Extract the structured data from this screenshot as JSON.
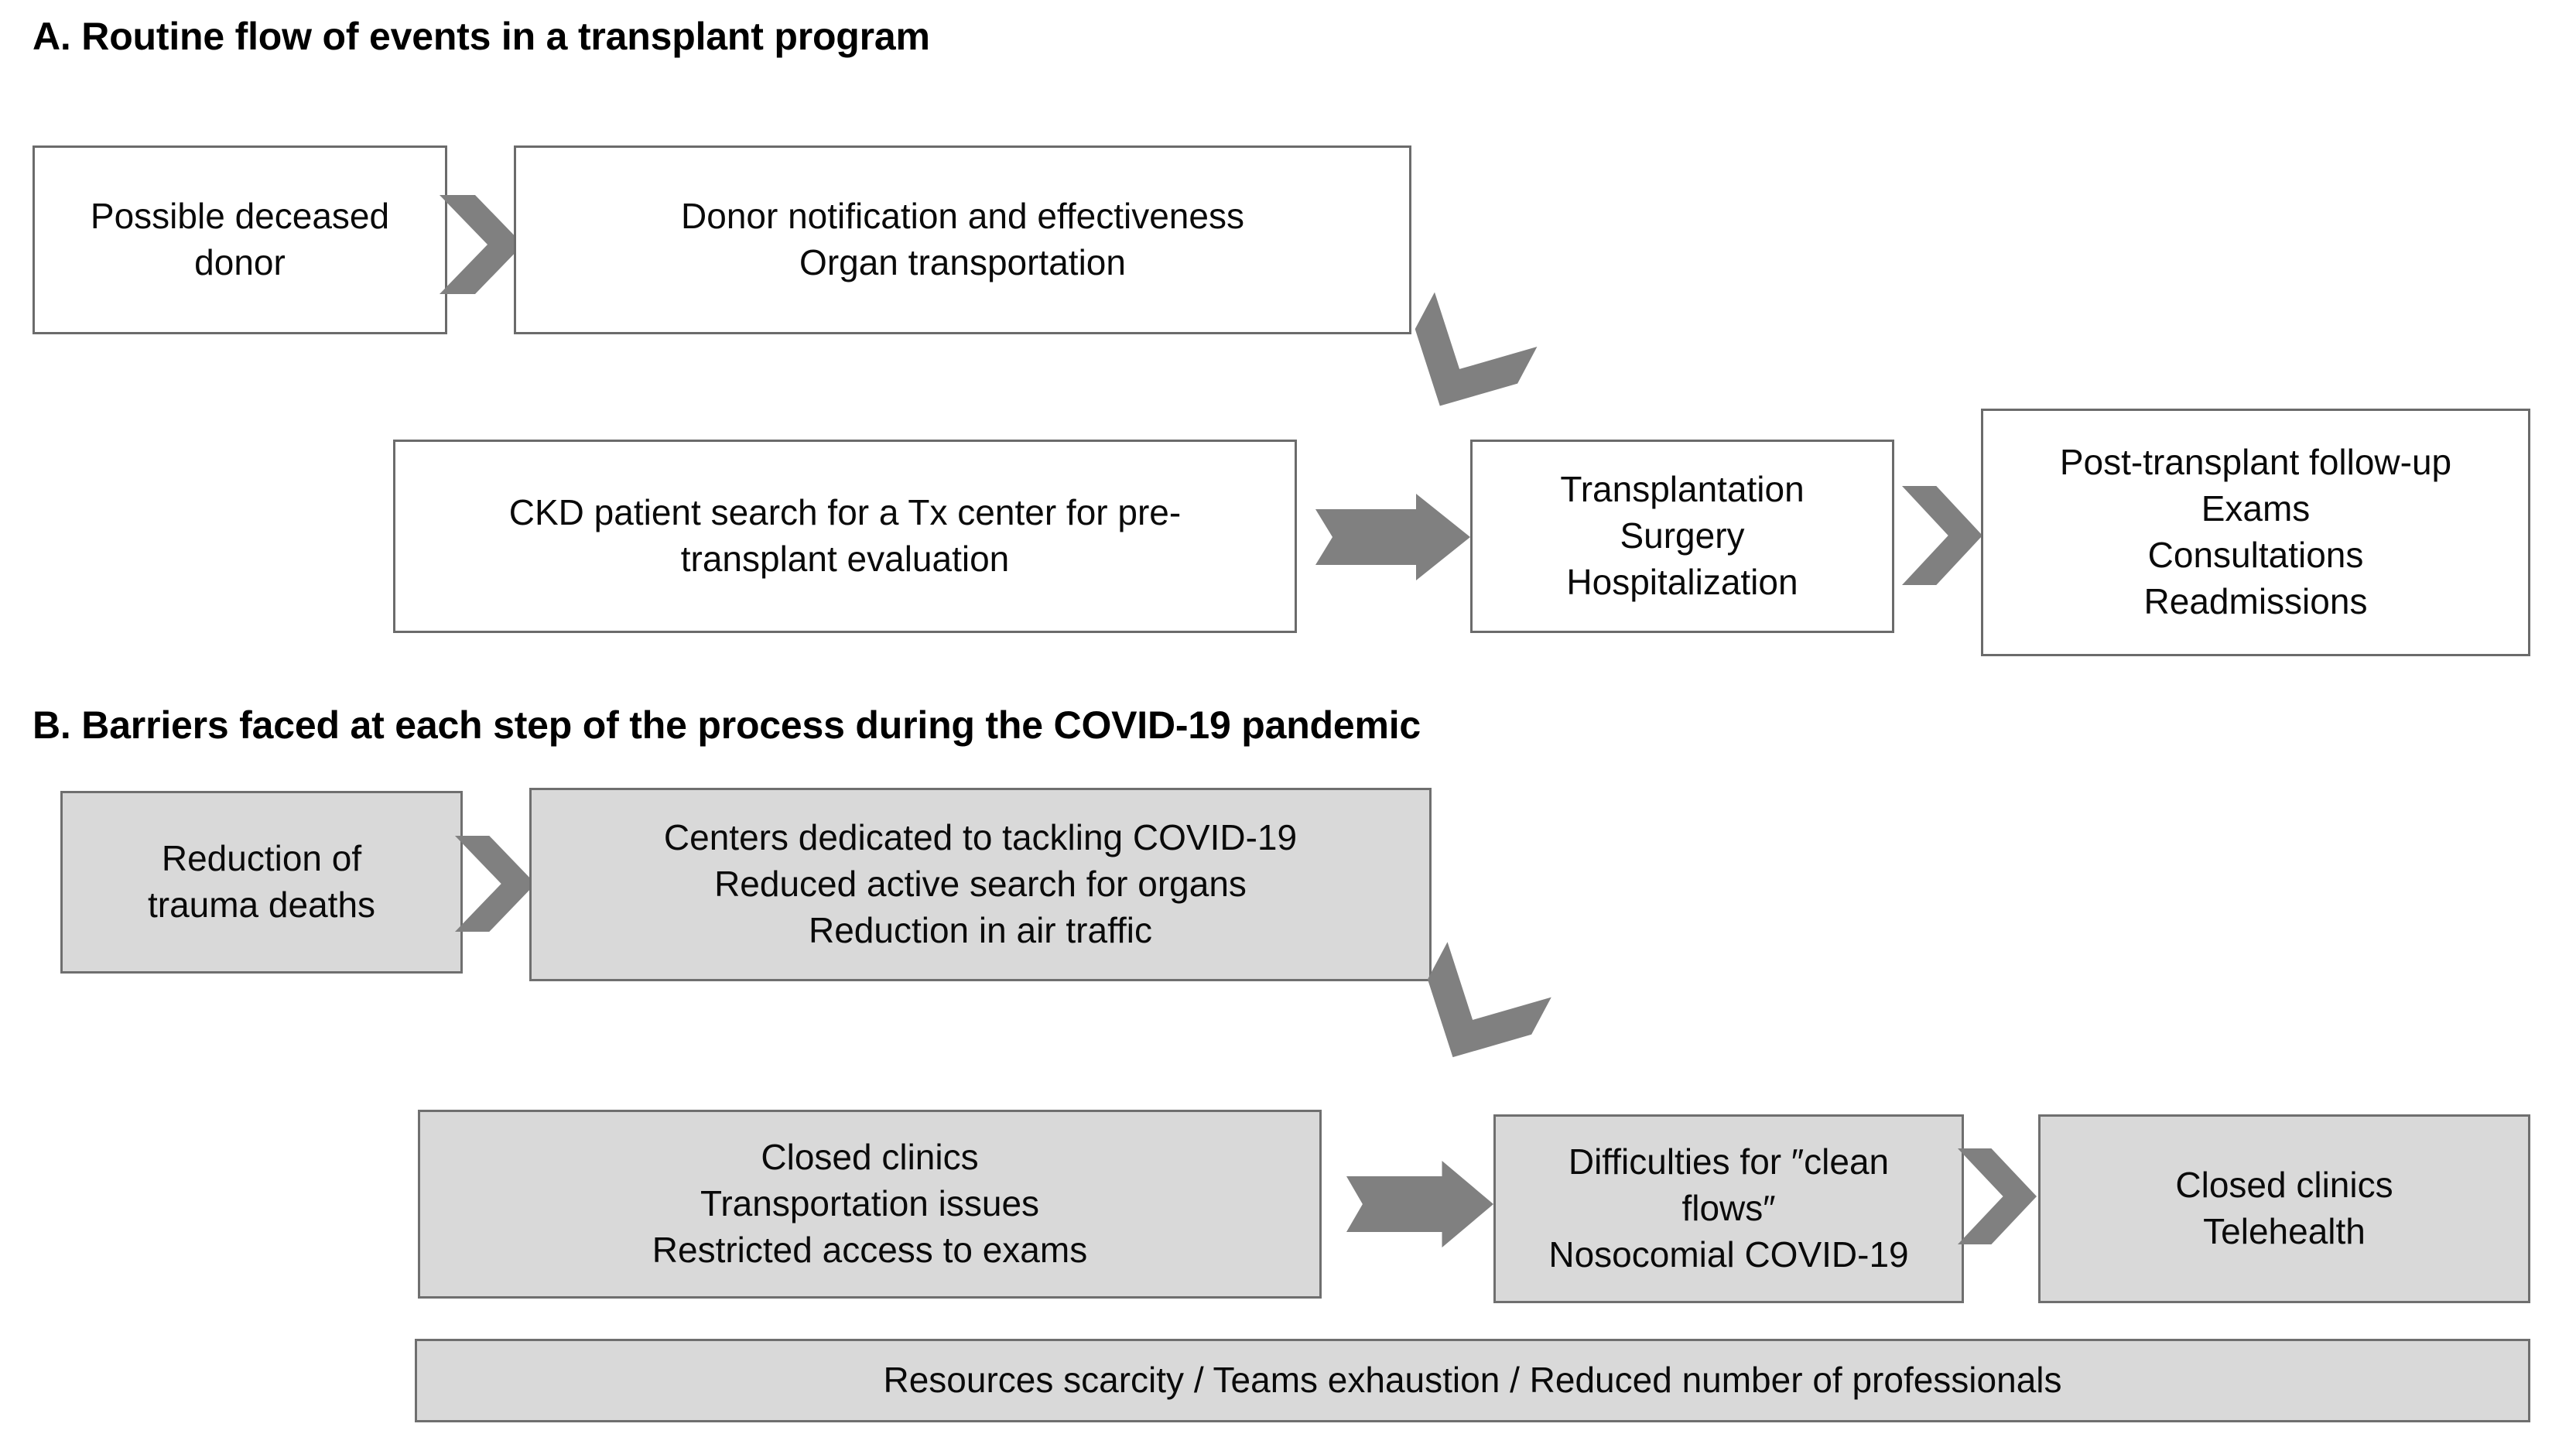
{
  "figure": {
    "background_color": "#ffffff",
    "box_fill_white": "#ffffff",
    "box_fill_gray": "#d9d9d9",
    "box_border_color": "#6b6b6b",
    "arrow_color": "#808080"
  },
  "sections": [
    {
      "key": "a",
      "title": "A. Routine flow of events in a transplant program",
      "boxes": [
        {
          "key": "possible-deceased-donor",
          "lines": [
            "Possible deceased",
            "donor"
          ]
        },
        {
          "key": "donor-notification",
          "lines": [
            "Donor notification and effectiveness",
            "Organ transportation"
          ]
        },
        {
          "key": "ckd-patient-search",
          "lines": [
            "CKD patient search for a Tx center for pre-",
            "transplant evaluation"
          ]
        },
        {
          "key": "transplantation",
          "lines": [
            "Transplantation",
            "Surgery",
            "Hospitalization"
          ]
        },
        {
          "key": "post-transplant-follow-up",
          "lines": [
            "Post-transplant follow-up",
            "Exams",
            "Consultations",
            "Readmissions"
          ]
        }
      ],
      "arrows": [
        {
          "key": "donor-to-notification",
          "kind": "chevron-right"
        },
        {
          "key": "notification-to-transplantation",
          "kind": "chevron-down"
        },
        {
          "key": "ckd-to-transplantation",
          "kind": "block-arrow-right"
        },
        {
          "key": "transplantation-to-followup",
          "kind": "chevron-right"
        }
      ]
    },
    {
      "key": "b",
      "title": "B. Barriers faced at each step of the process during the COVID-19 pandemic",
      "boxes": [
        {
          "key": "reduction-trauma-deaths",
          "lines": [
            "Reduction of",
            "trauma deaths"
          ]
        },
        {
          "key": "centers-dedicated-covid",
          "lines": [
            "Centers dedicated to tackling COVID-19",
            "Reduced active search for organs",
            "Reduction in air traffic"
          ]
        },
        {
          "key": "closed-clinics-transport",
          "lines": [
            "Closed clinics",
            "Transportation issues",
            "Restricted access to exams"
          ]
        },
        {
          "key": "difficulties-clean-flows",
          "lines": [
            "Difficulties for ″clean",
            "flows″",
            "Nosocomial COVID-19"
          ]
        },
        {
          "key": "closed-clinics-telehealth",
          "lines": [
            "Closed clinics",
            "Telehealth"
          ]
        },
        {
          "key": "resources-scarcity",
          "lines": [
            "Resources scarcity / Teams exhaustion / Reduced number of professionals"
          ]
        }
      ],
      "arrows": [
        {
          "key": "trauma-to-centers",
          "kind": "chevron-right"
        },
        {
          "key": "centers-to-clinics",
          "kind": "chevron-down"
        },
        {
          "key": "clinics-to-difficulties",
          "kind": "block-arrow-right"
        },
        {
          "key": "difficulties-to-telehealth",
          "kind": "chevron-right"
        }
      ]
    }
  ]
}
